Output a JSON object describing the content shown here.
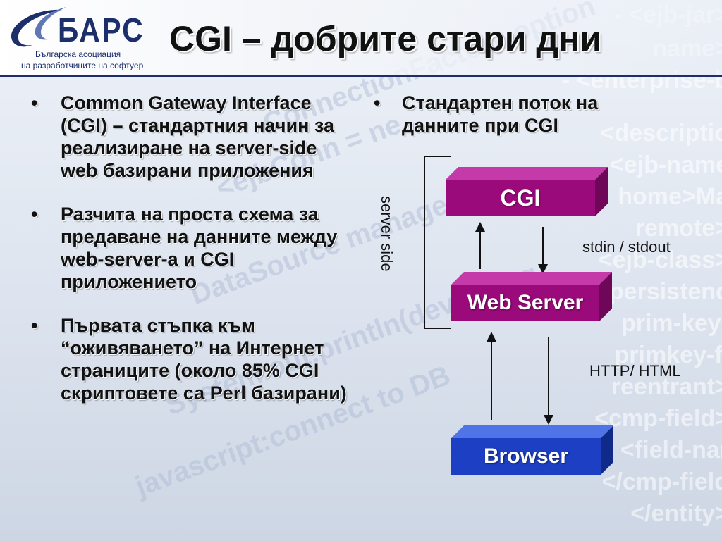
{
  "slide": {
    "title": "CGI – добрите стари дни",
    "logo": {
      "name": "БАРС",
      "subtitle_line1": "Българска асоциация",
      "subtitle_line2": "на разработчиците на софтуер"
    },
    "left_bullets": [
      "Common Gateway Interface (CGI) – стандартния начин за реализиране на server-side web базирани приложения",
      "Разчита на проста схема за предаване на данните между web-server-а и CGI приложението",
      "Първата стъпка към “оживяването” на Интернет страниците (около 85% CGI скриптовете са Perl базирани)"
    ],
    "right_bullet": "Стандартен поток на данните при CGI",
    "bullet_glyph": "•",
    "diagram": {
      "box_cgi": "CGI",
      "box_webserver": "Web Server",
      "box_browser": "Browser",
      "label_server_side": "server side",
      "label_stdin_stdout": "stdin / stdout",
      "label_http_html": "HTTP/ HTML"
    },
    "colors": {
      "accent_navy": "#1d2f6b",
      "box_magenta": "#9a0a7a",
      "box_blue": "#1c3fc4"
    }
  }
}
